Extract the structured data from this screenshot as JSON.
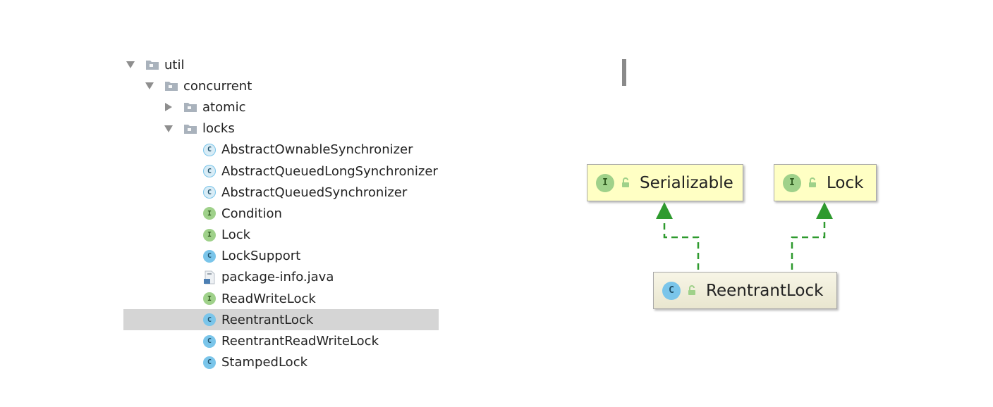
{
  "tree": {
    "items": [
      {
        "label": "util",
        "kind": "folder",
        "depth": 0,
        "arrow": "expanded"
      },
      {
        "label": "concurrent",
        "kind": "folder",
        "depth": 1,
        "arrow": "expanded"
      },
      {
        "label": "atomic",
        "kind": "folder",
        "depth": 2,
        "arrow": "collapsed"
      },
      {
        "label": "locks",
        "kind": "folder",
        "depth": 2,
        "arrow": "expanded"
      },
      {
        "label": "AbstractOwnableSynchronizer",
        "kind": "abstract-class",
        "depth": 3
      },
      {
        "label": "AbstractQueuedLongSynchronizer",
        "kind": "abstract-class",
        "depth": 3
      },
      {
        "label": "AbstractQueuedSynchronizer",
        "kind": "abstract-class",
        "depth": 3
      },
      {
        "label": "Condition",
        "kind": "interface",
        "depth": 3
      },
      {
        "label": "Lock",
        "kind": "interface",
        "depth": 3
      },
      {
        "label": "LockSupport",
        "kind": "class",
        "depth": 3
      },
      {
        "label": "package-info.java",
        "kind": "file",
        "depth": 3
      },
      {
        "label": "ReadWriteLock",
        "kind": "interface",
        "depth": 3
      },
      {
        "label": "ReentrantLock",
        "kind": "class",
        "depth": 3,
        "selected": true
      },
      {
        "label": "ReentrantReadWriteLock",
        "kind": "class",
        "depth": 3
      },
      {
        "label": "StampedLock",
        "kind": "class",
        "depth": 3
      }
    ],
    "badge_letters": {
      "class": "C",
      "interface": "I"
    }
  },
  "diagram": {
    "nodes": {
      "serializable": {
        "label": "Serializable",
        "badge": "I",
        "kind": "interface"
      },
      "lock": {
        "label": "Lock",
        "badge": "I",
        "kind": "interface"
      },
      "reentrant": {
        "label": "ReentrantLock",
        "badge": "C",
        "kind": "class"
      }
    },
    "edges": [
      {
        "from": "reentrant",
        "to": "serializable",
        "style": "implements"
      },
      {
        "from": "reentrant",
        "to": "lock",
        "style": "implements"
      }
    ]
  },
  "colors": {
    "selection": "#d5d5d5",
    "class_badge": "#7ac5ea",
    "interface_badge": "#9fd18a",
    "folder": "#a9b2bc",
    "interface_node_bg": "#ffffc4",
    "edge": "#2e9a2e"
  }
}
